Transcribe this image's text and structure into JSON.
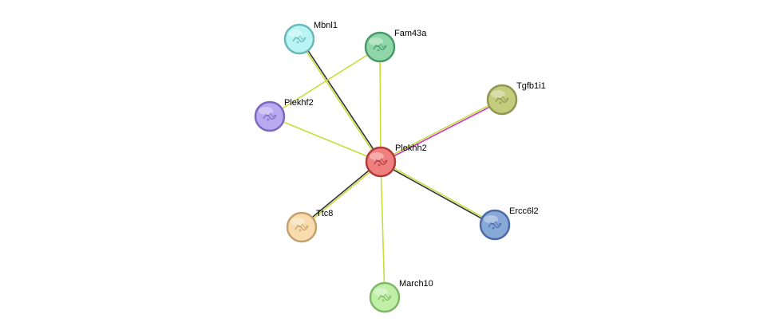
{
  "network": {
    "nodes": [
      {
        "id": "plekhh2",
        "label": "Plekhh2",
        "color": "#f08080",
        "border": "#b03a3a",
        "glyph": "protein-structure-icon"
      },
      {
        "id": "mbnl1",
        "label": "Mbnl1",
        "color": "#b8f4f4",
        "border": "#6ab8b8",
        "glyph": "protein-structure-icon"
      },
      {
        "id": "fam43a",
        "label": "Fam43a",
        "color": "#8fd6a8",
        "border": "#4a9a68",
        "glyph": "protein-structure-icon"
      },
      {
        "id": "tgfb1i1",
        "label": "Tgfb1i1",
        "color": "#c4cc7e",
        "border": "#8e9650",
        "glyph": "protein-structure-icon"
      },
      {
        "id": "plekhf2",
        "label": "Plekhf2",
        "color": "#b8aaf0",
        "border": "#7a68c0",
        "glyph": "protein-structure-icon"
      },
      {
        "id": "ttc8",
        "label": "Ttc8",
        "color": "#f8dcae",
        "border": "#c4a070",
        "glyph": "protein-structure-icon"
      },
      {
        "id": "ercc6l2",
        "label": "Ercc6l2",
        "color": "#88a8d8",
        "border": "#4a6aa8",
        "glyph": "protein-structure-icon"
      },
      {
        "id": "march10",
        "label": "March10",
        "color": "#c0f0a8",
        "border": "#80b868",
        "glyph": "protein-structure-icon"
      }
    ],
    "edges": [
      {
        "from": "plekhh2",
        "to": "mbnl1",
        "colors": [
          "#c8dc3c",
          "#333333"
        ]
      },
      {
        "from": "plekhh2",
        "to": "fam43a",
        "colors": [
          "#c8dc3c"
        ]
      },
      {
        "from": "plekhh2",
        "to": "tgfb1i1",
        "colors": [
          "#c8dc3c",
          "#c83cc8"
        ]
      },
      {
        "from": "plekhh2",
        "to": "plekhf2",
        "colors": [
          "#c8dc3c"
        ]
      },
      {
        "from": "plekhh2",
        "to": "ttc8",
        "colors": [
          "#c8dc3c",
          "#333333"
        ]
      },
      {
        "from": "plekhh2",
        "to": "ercc6l2",
        "colors": [
          "#c8dc3c",
          "#333333"
        ]
      },
      {
        "from": "plekhh2",
        "to": "march10",
        "colors": [
          "#c8dc3c"
        ]
      },
      {
        "from": "plekhf2",
        "to": "fam43a",
        "colors": [
          "#c8dc3c"
        ]
      }
    ]
  }
}
